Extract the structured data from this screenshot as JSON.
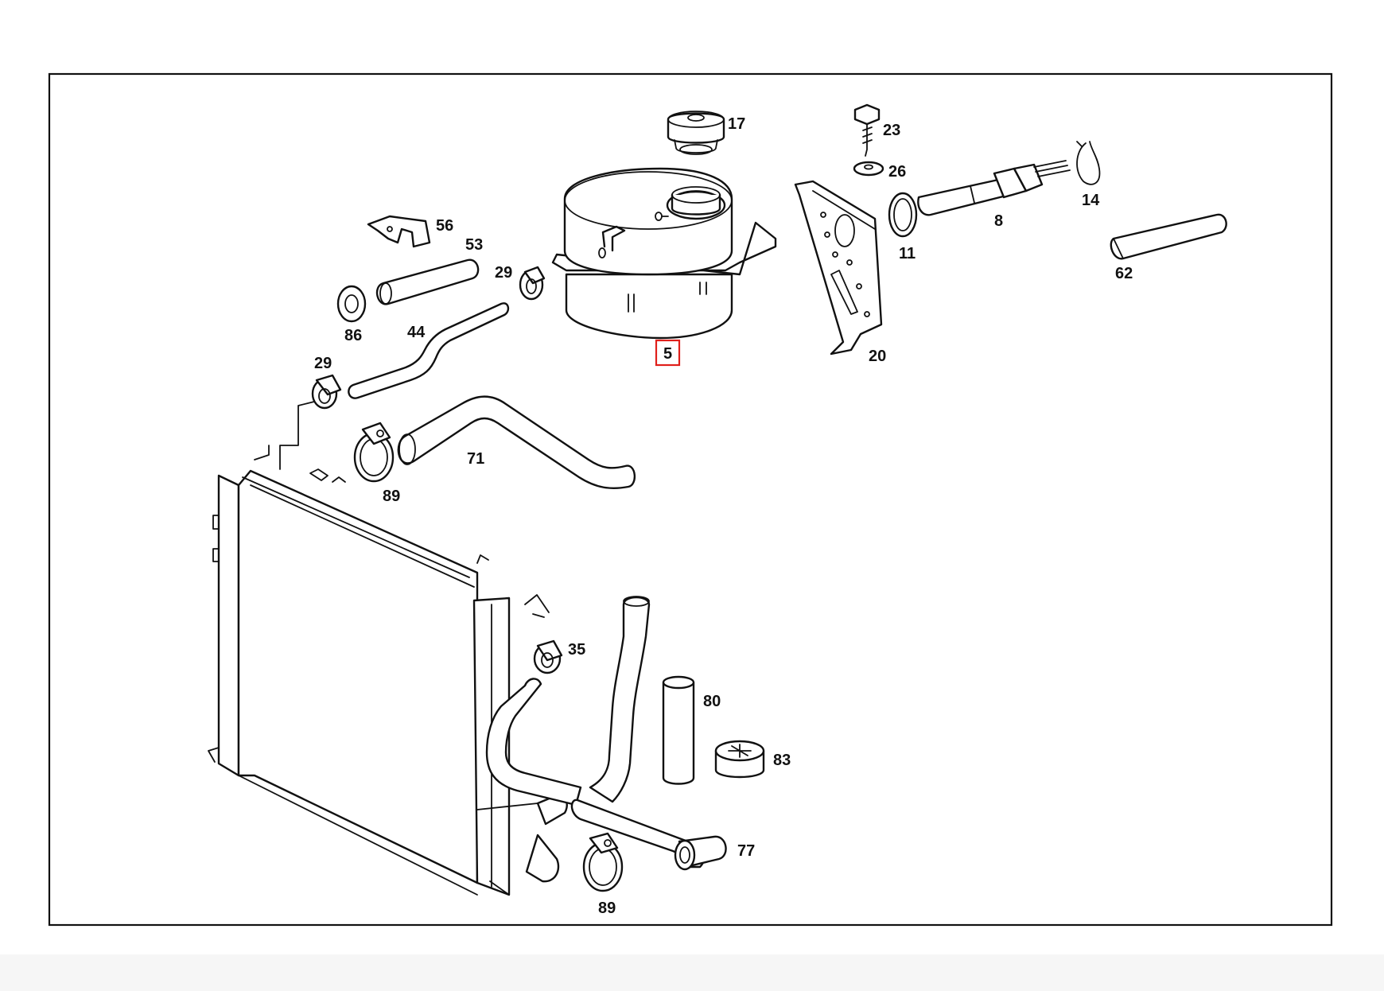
{
  "diagram": {
    "highlight_color": "#e0201b",
    "highlighted_part": "5",
    "labels": {
      "p17": "17",
      "p23": "23",
      "p26": "26",
      "p14": "14",
      "p8": "8",
      "p11": "11",
      "p62": "62",
      "p56": "56",
      "p53": "53",
      "p29a": "29",
      "p86": "86",
      "p44": "44",
      "p5": "5",
      "p20": "20",
      "p29b": "29",
      "p71": "71",
      "p89a": "89",
      "p35": "35",
      "p80": "80",
      "p83": "83",
      "p77": "77",
      "p89b": "89"
    }
  }
}
